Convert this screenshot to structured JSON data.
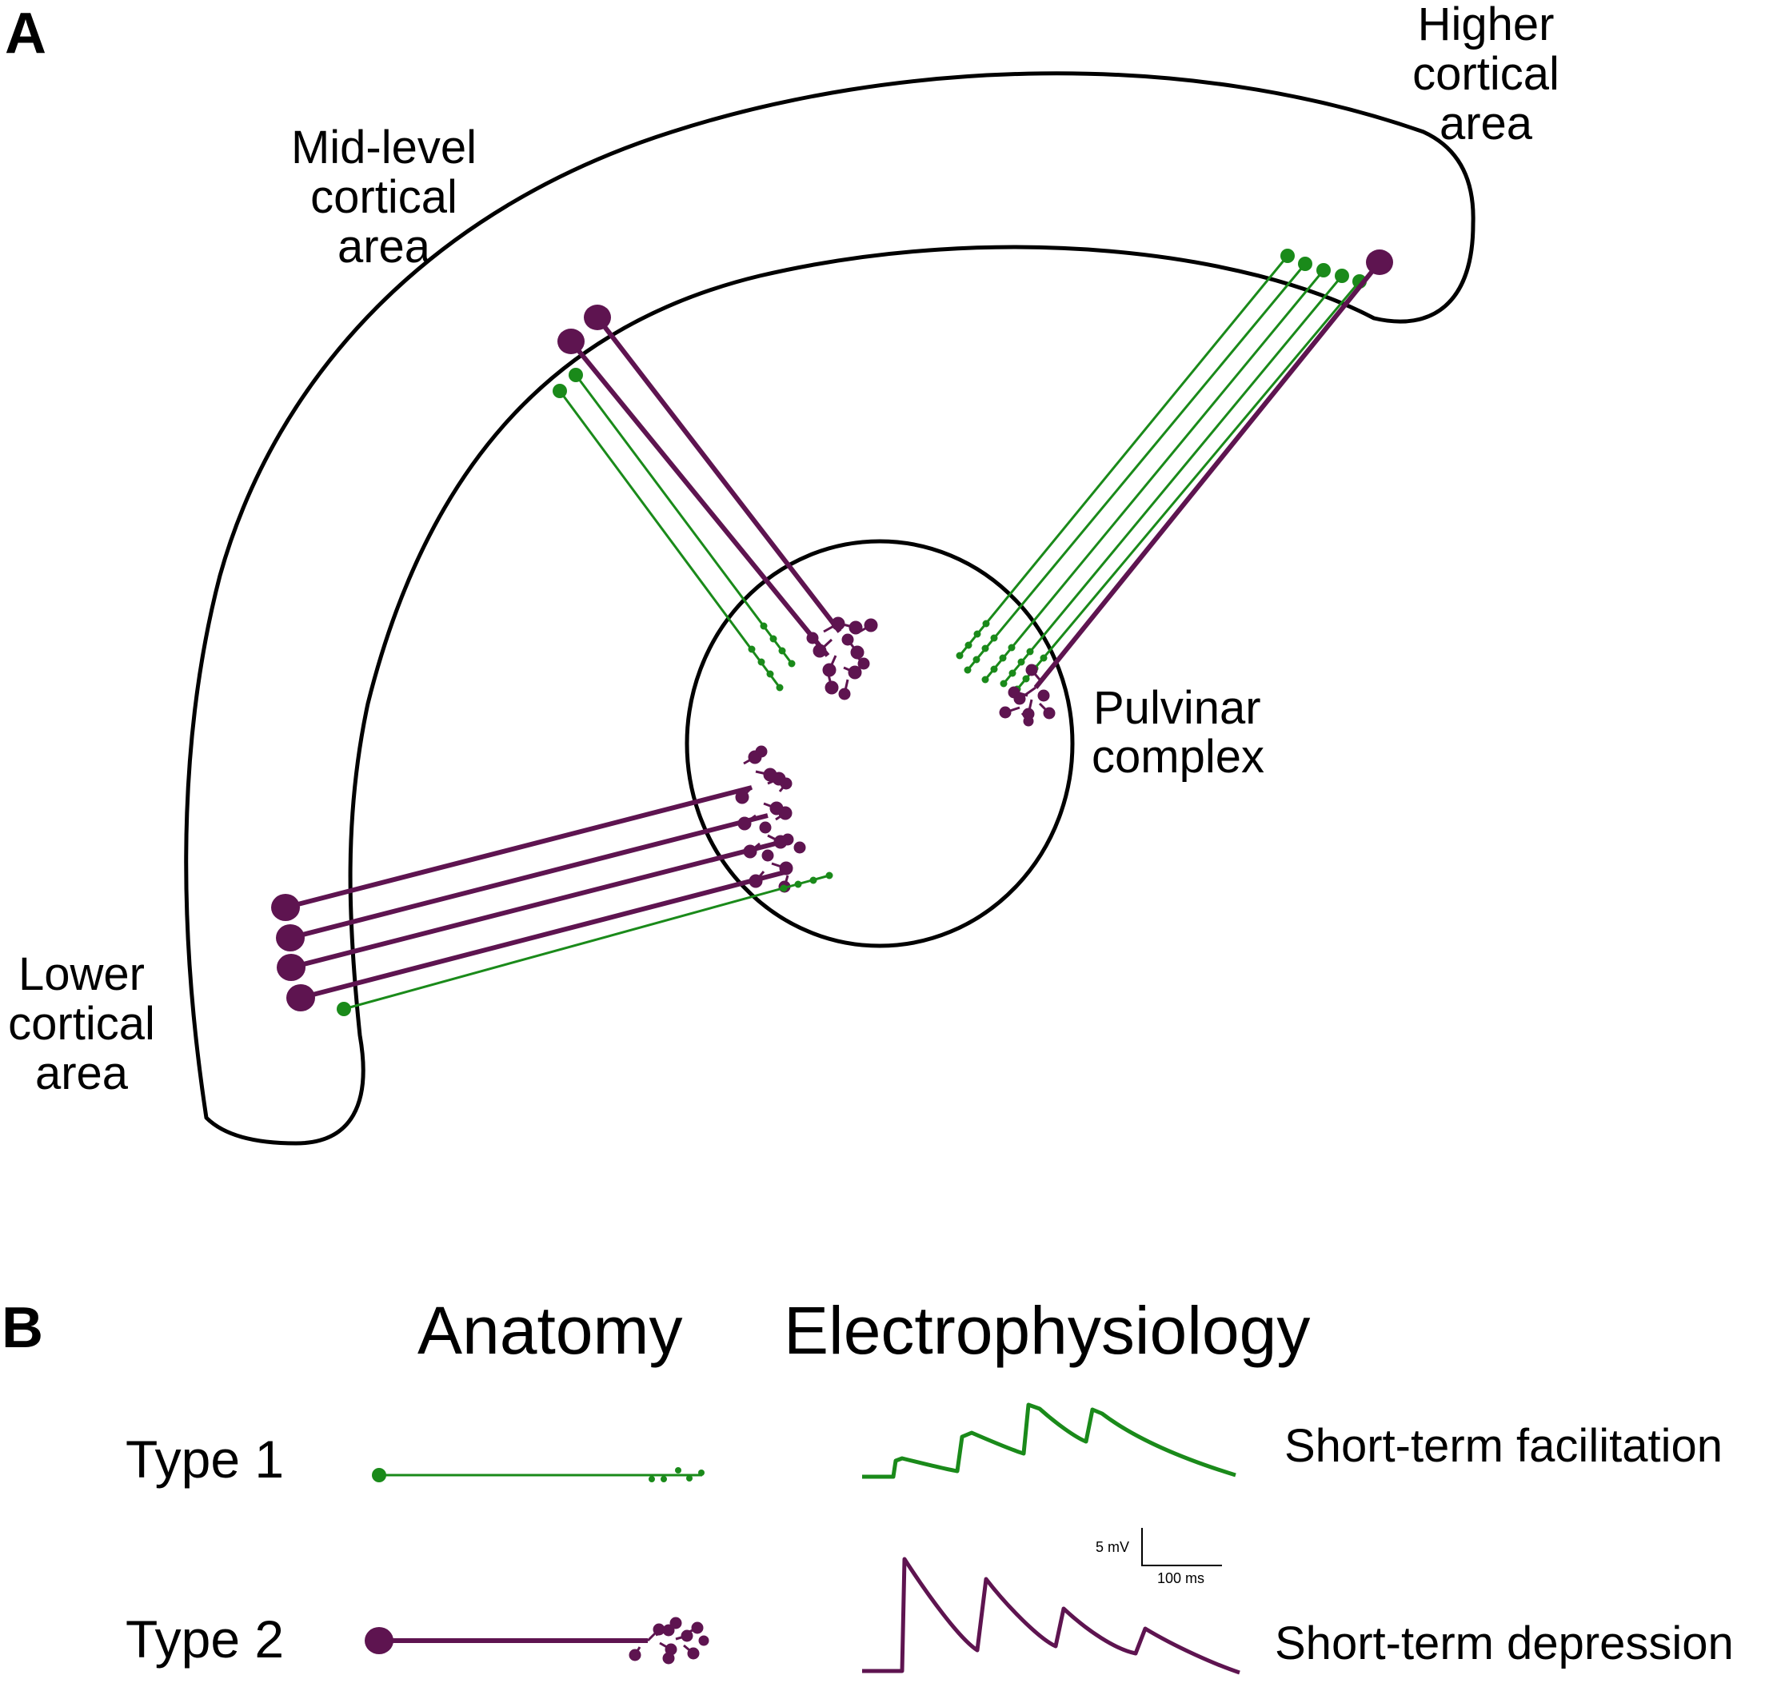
{
  "colors": {
    "type1": "#1a8a1a",
    "type2": "#5e1450",
    "outline": "#000000"
  },
  "panel_a": {
    "label": "A",
    "higher_area": [
      "Higher",
      "cortical",
      "area"
    ],
    "mid_area": [
      "Mid-level",
      "cortical",
      "area"
    ],
    "lower_area": [
      "Lower",
      "cortical",
      "area"
    ],
    "pulvinar": [
      "Pulvinar",
      "complex"
    ]
  },
  "panel_b": {
    "label": "B",
    "anatomy_heading": "Anatomy",
    "ephys_heading": "Electrophysiology",
    "type1_label": "Type 1",
    "type2_label": "Type 2",
    "type1_effect": "Short-term facilitation",
    "type2_effect": "Short-term depression",
    "scale_voltage": "5 mV",
    "scale_time": "100 ms"
  }
}
